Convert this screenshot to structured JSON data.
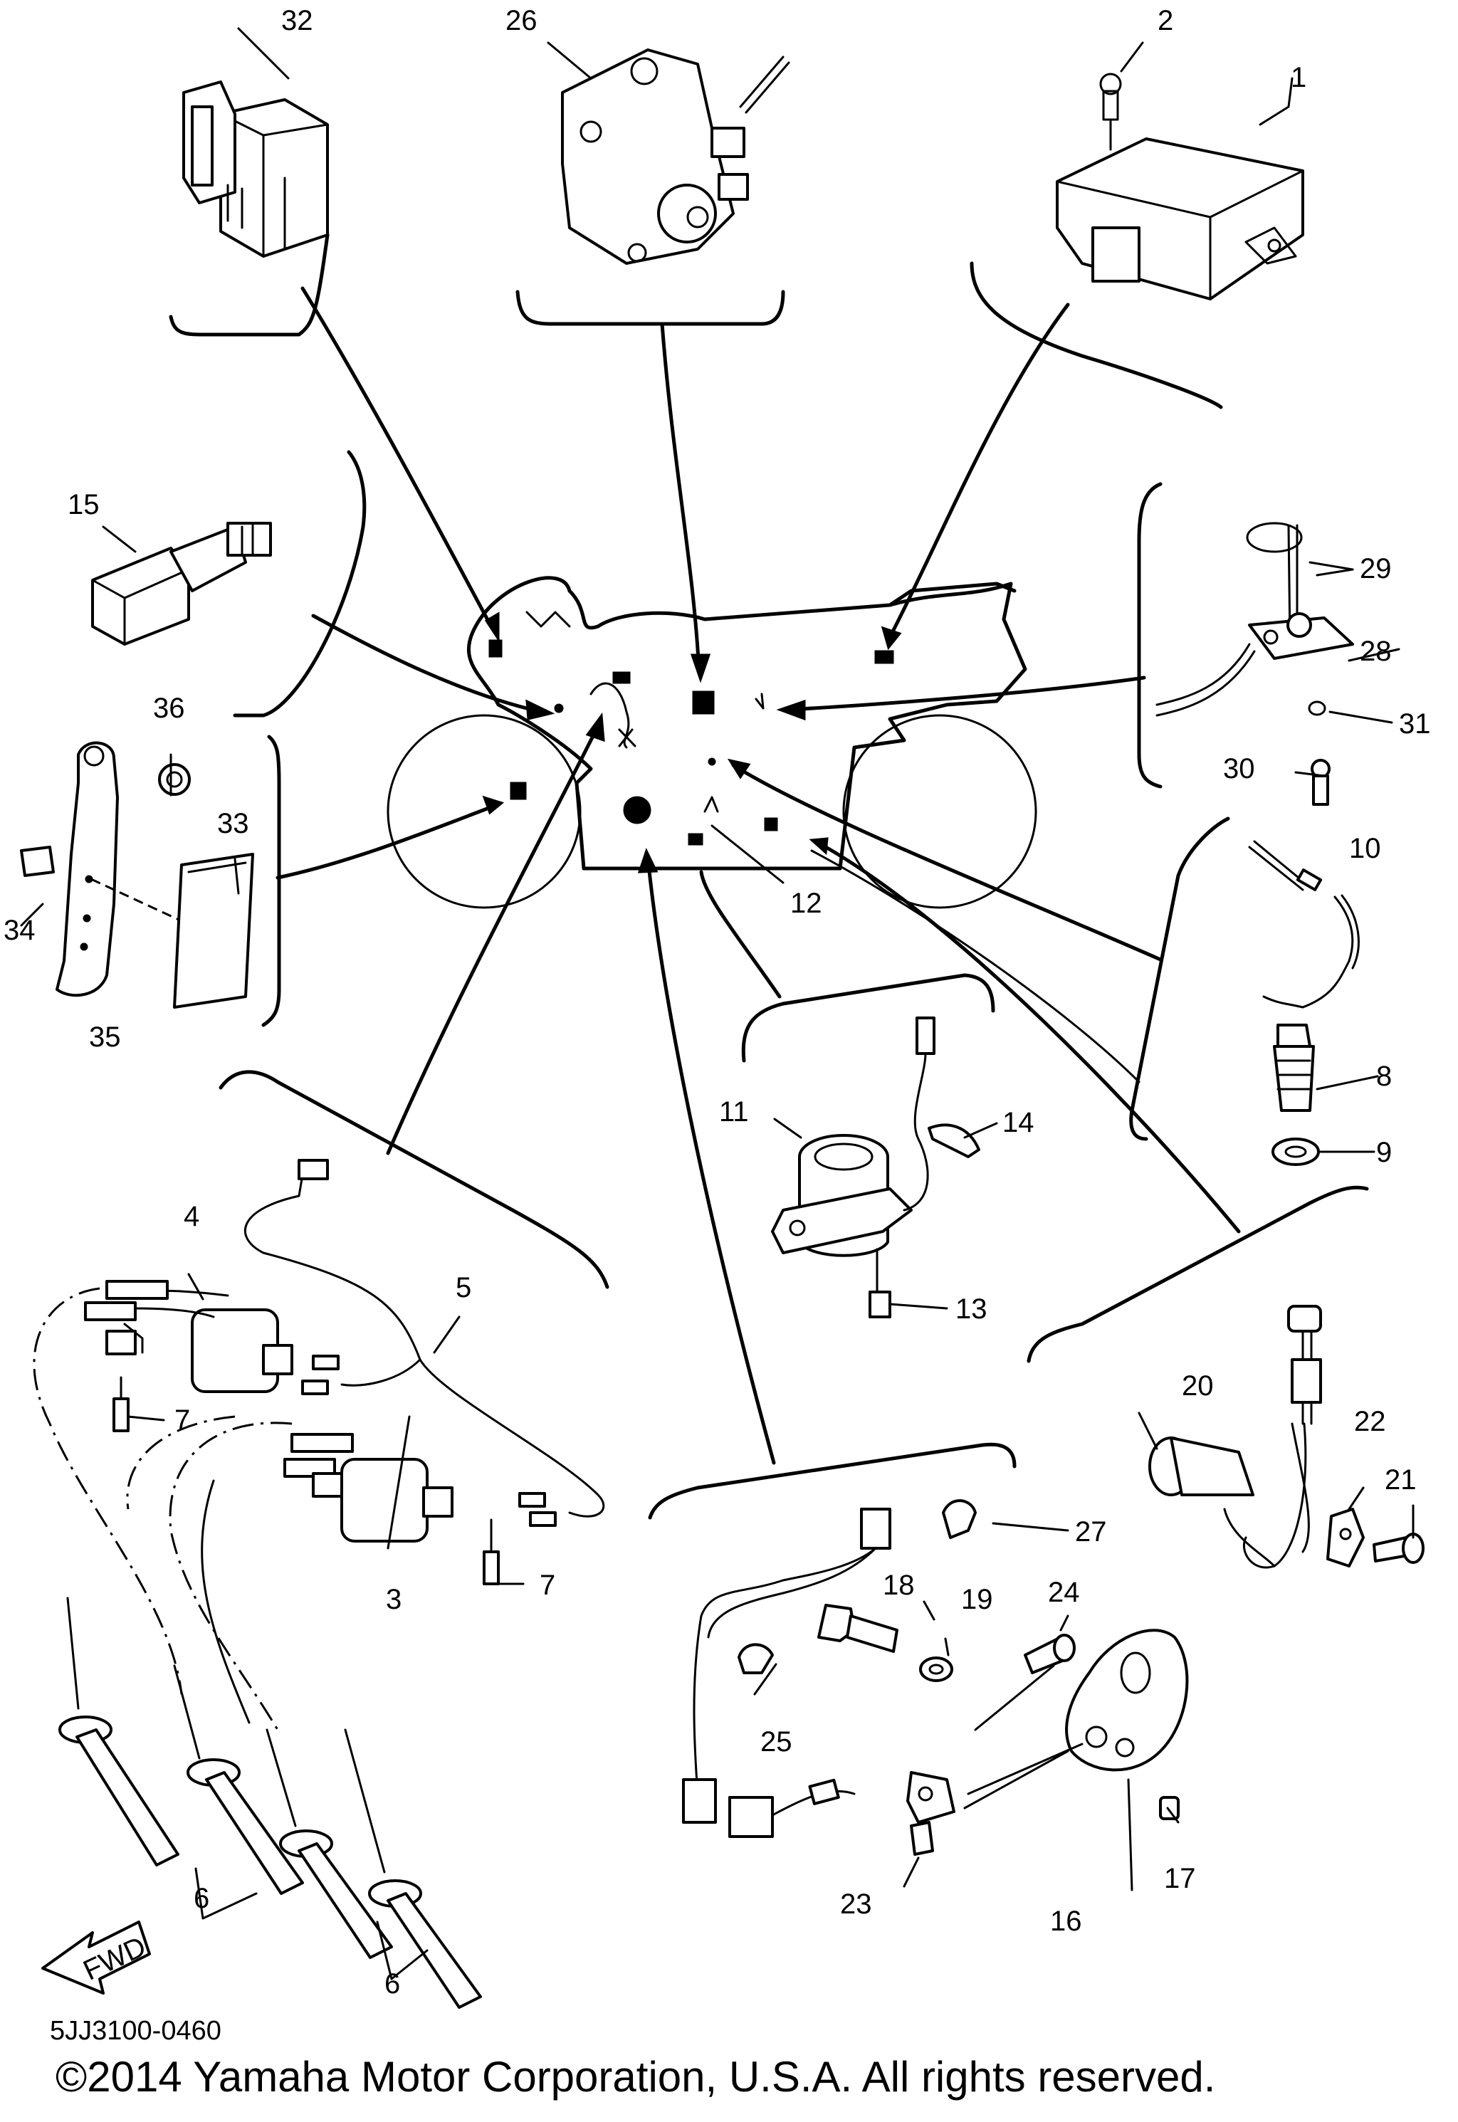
{
  "diagram_code": "5JJ3100-0460",
  "copyright": "©2014 Yamaha Motor Corporation, U.S.A. All rights reserved.",
  "fwd_label": "FWD",
  "callouts": {
    "c1": "1",
    "c2": "2",
    "c3": "3",
    "c4": "4",
    "c5": "5",
    "c6a": "6",
    "c6b": "6",
    "c7a": "7",
    "c7b": "7",
    "c8": "8",
    "c9": "9",
    "c10": "10",
    "c11": "11",
    "c12": "12",
    "c13": "13",
    "c14": "14",
    "c15": "15",
    "c16": "16",
    "c17": "17",
    "c18": "18",
    "c19": "19",
    "c20": "20",
    "c21": "21",
    "c22": "22",
    "c23": "23",
    "c24": "24",
    "c25": "25",
    "c26": "26",
    "c27": "27",
    "c28": "28",
    "c29": "29",
    "c30": "30",
    "c31": "31",
    "c32": "32",
    "c33": "33",
    "c34": "34",
    "c35": "35",
    "c36": "36"
  }
}
